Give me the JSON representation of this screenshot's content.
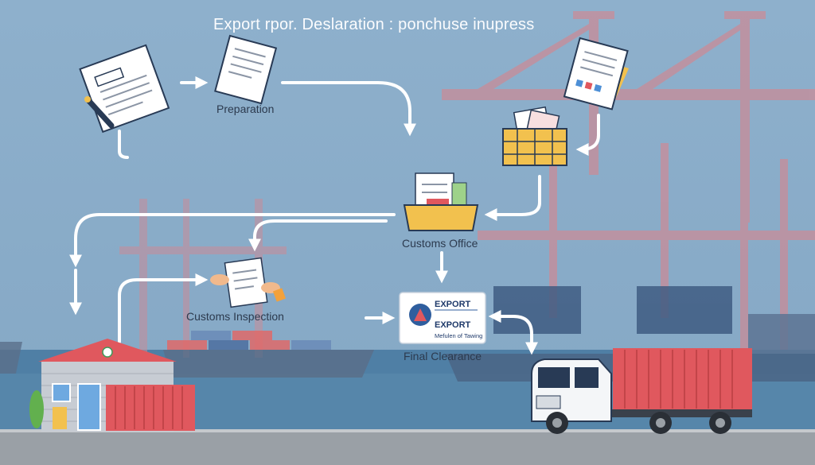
{
  "title": "Export rpor. Deslaration : ponchuse inupress",
  "steps": {
    "preparation": "Preparation",
    "customs_office": "Customs Office",
    "customs_inspection": "Customs Inspection",
    "final_clearance": "Final Clearance"
  },
  "certificate": {
    "line1": "EXPORT",
    "line2": "EXPORT",
    "line3": "Mefulen of Tawing"
  },
  "colors": {
    "sky": "#8fb1cd",
    "crane": "#c98c98",
    "container": "#e0585e",
    "arrow": "#ffffff",
    "road": "#9aa0a6"
  }
}
